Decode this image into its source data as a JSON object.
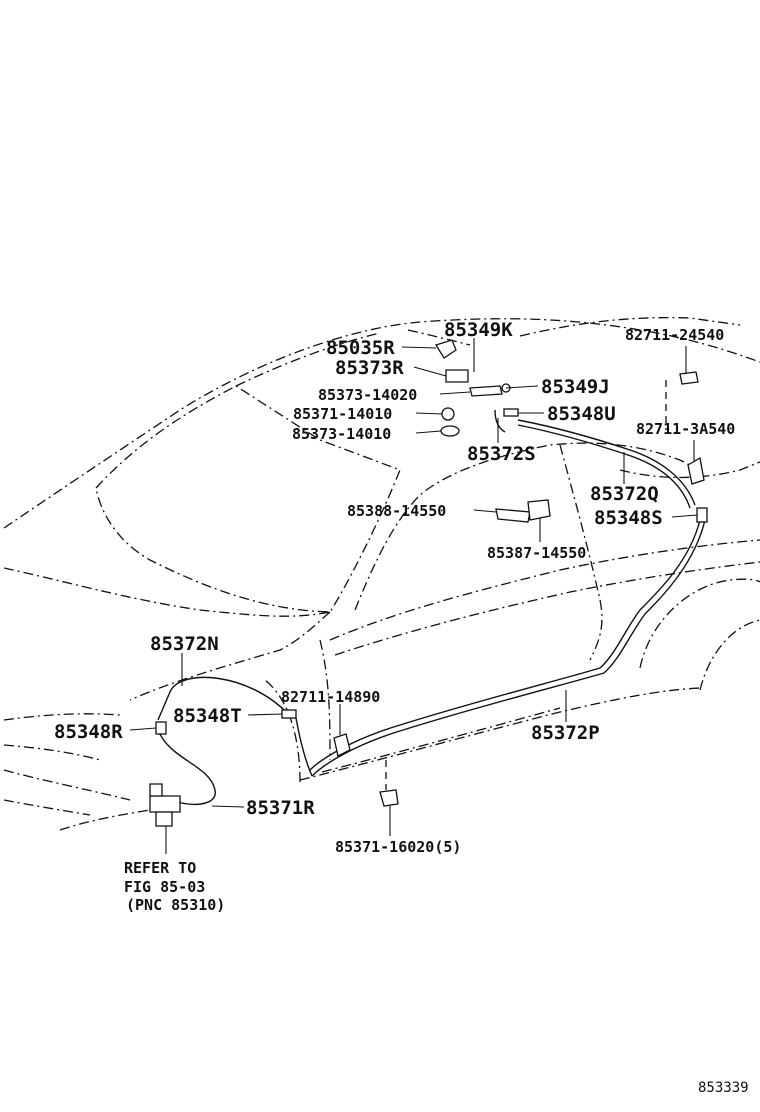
{
  "diagram_id": "853339",
  "labels": {
    "p85349K": "85349K",
    "p85035R": "85035R",
    "p85373R": "85373R",
    "p85373_14020": "85373-14020",
    "p85349J": "85349J",
    "p85371_14010": "85371-14010",
    "p85348U": "85348U",
    "p85373_14010": "85373-14010",
    "p82711_24540": "82711-24540",
    "p82711_3A540": "82711-3A540",
    "p85372S": "85372S",
    "p85372Q": "85372Q",
    "p85388_14550": "85388-14550",
    "p85348S": "85348S",
    "p85387_14550": "85387-14550",
    "p85372N": "85372N",
    "p82711_14890": "82711-14890",
    "p85348R": "85348R",
    "p85348T": "85348T",
    "p85372P": "85372P",
    "p85371R": "85371R",
    "p85371_16020": "85371-16020(5)"
  },
  "reference": {
    "line1": "REFER TO",
    "line2": "FIG 85-03",
    "line3": "(PNC 85310)"
  }
}
